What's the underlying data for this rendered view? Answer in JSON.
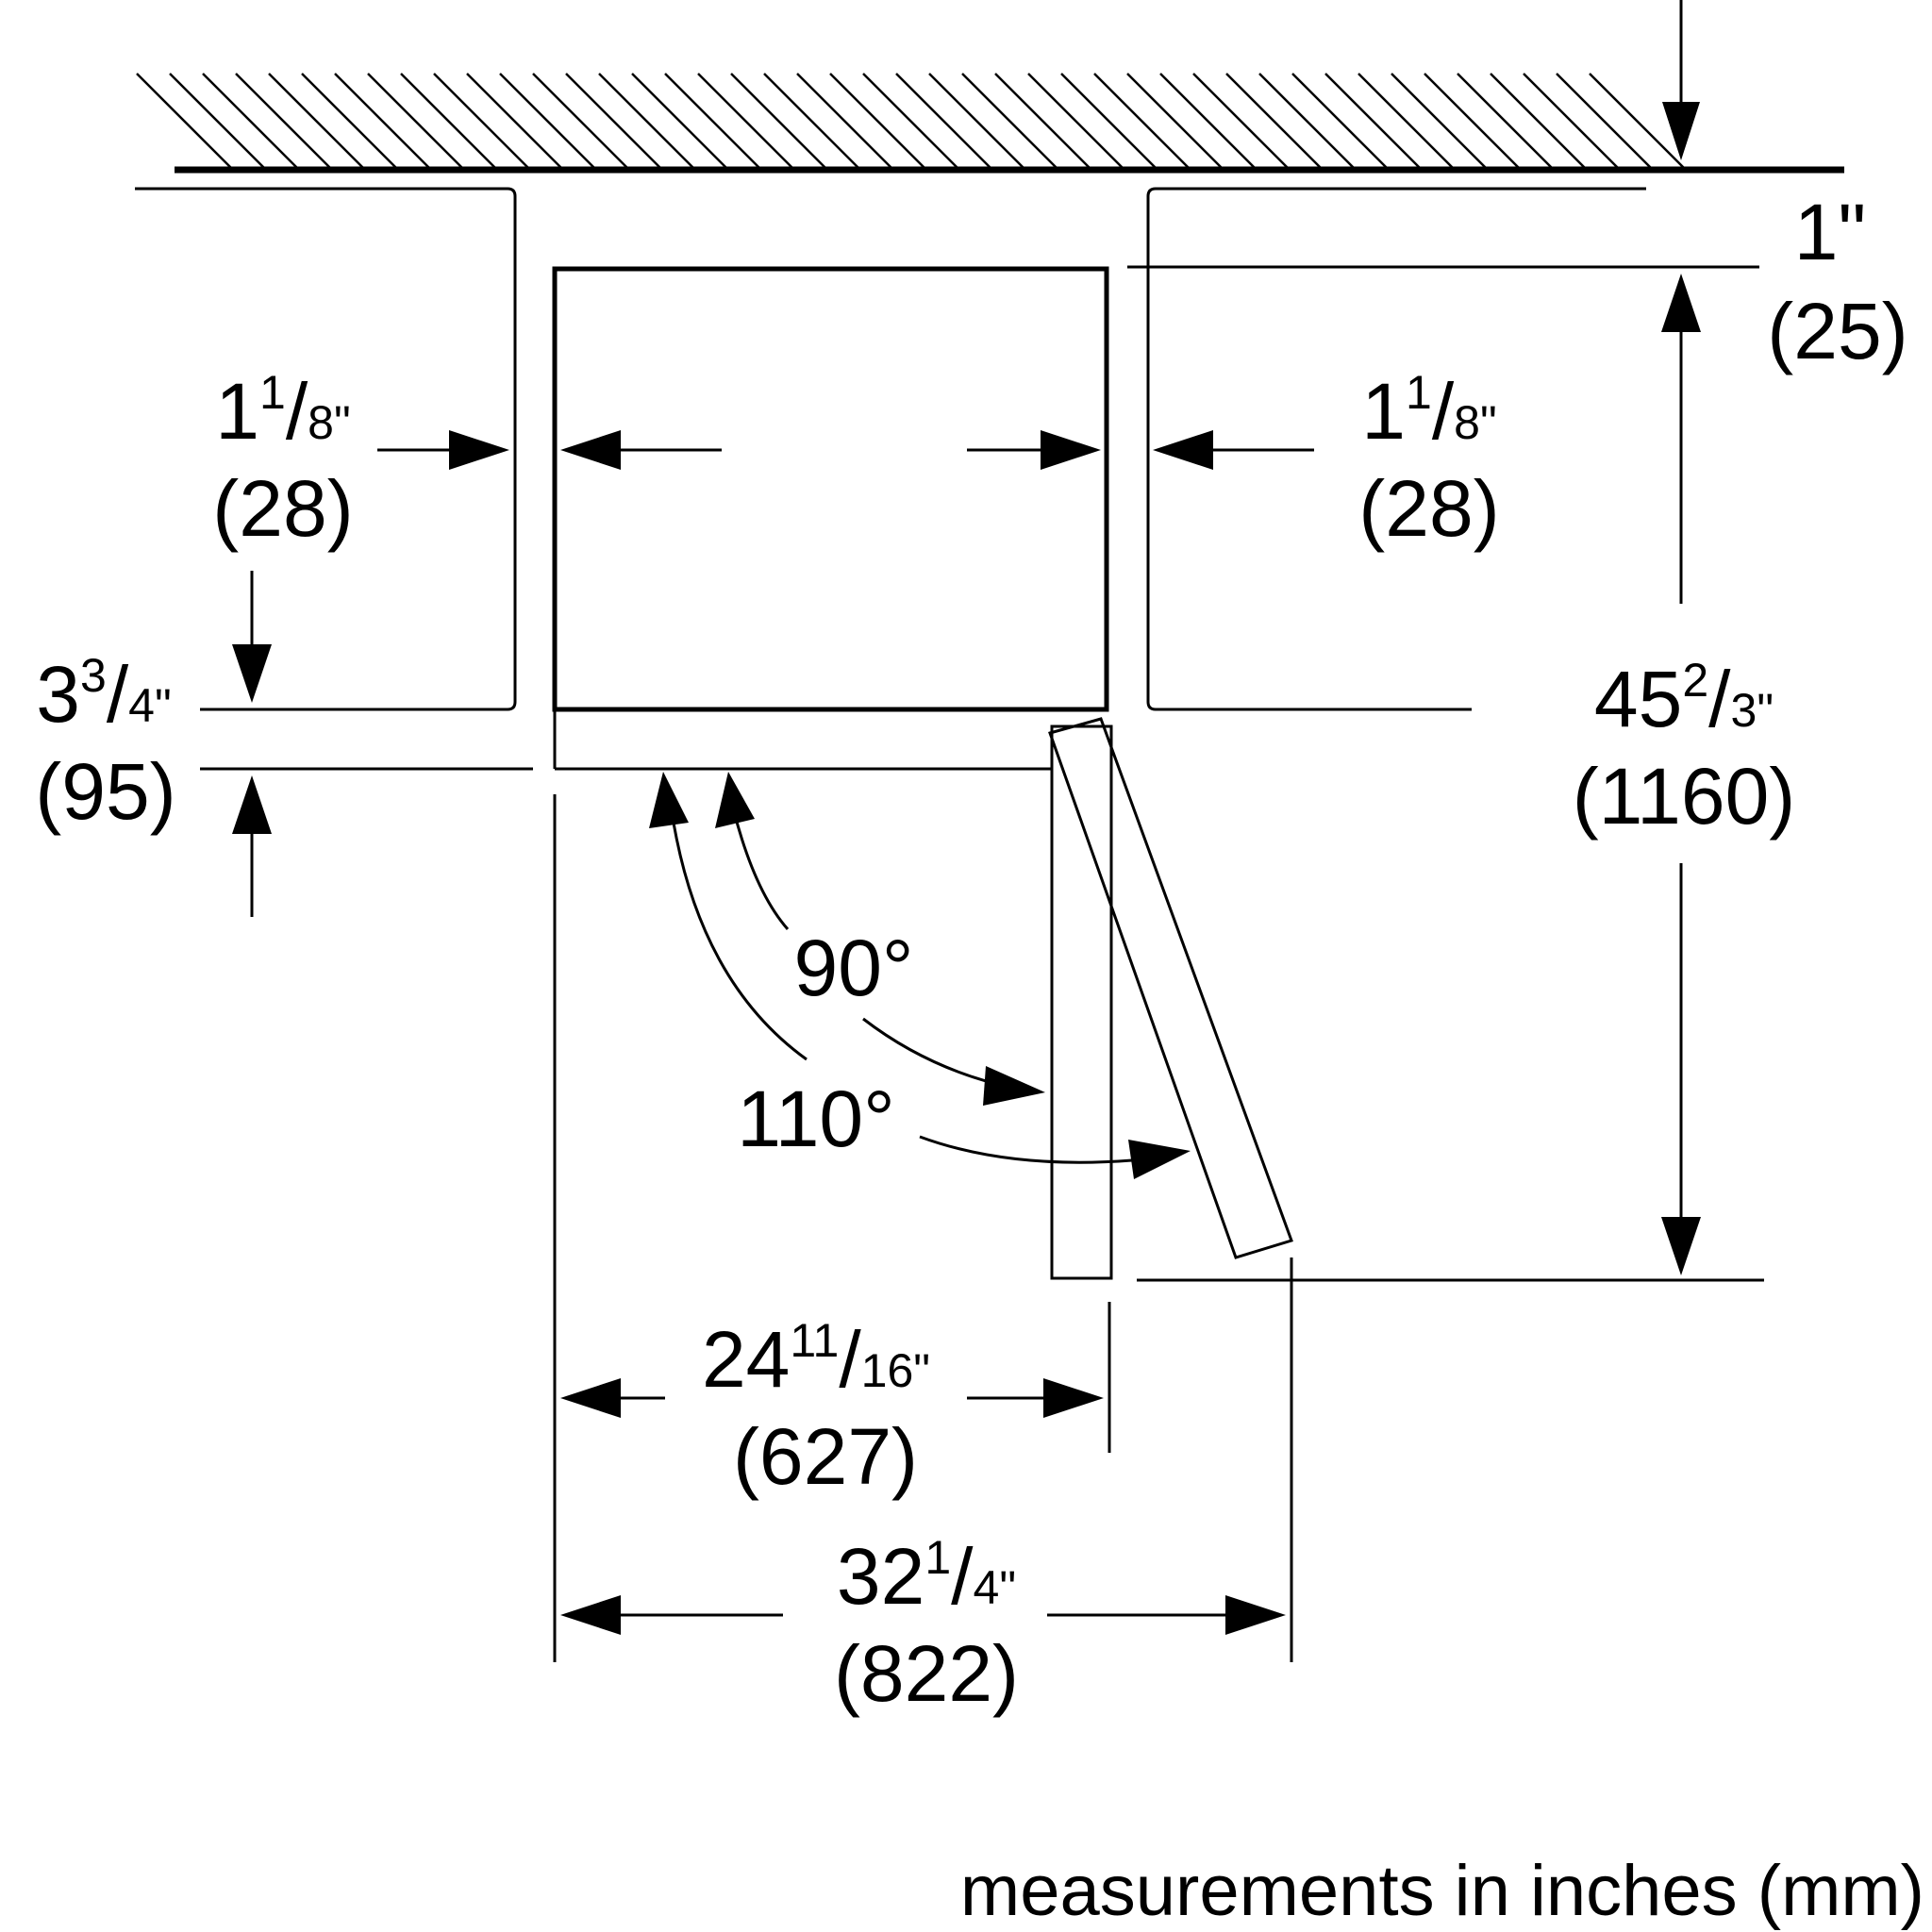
{
  "dimensions": {
    "left_gap": {
      "whole": "1",
      "num": "1",
      "den": "8\"",
      "mm": "(28)"
    },
    "right_gap": {
      "whole": "1",
      "num": "1",
      "den": "8\"",
      "mm": "(28)"
    },
    "top_gap": {
      "in": "1\"",
      "mm": "(25)"
    },
    "depth_gap": {
      "whole": "3",
      "num": "3",
      "den": "4\"",
      "mm": "(95)"
    },
    "height": {
      "whole": "45",
      "num": "2",
      "den": "3\"",
      "mm": "(1160)"
    },
    "width_90": {
      "whole": "24",
      "num": "11",
      "den": "16\"",
      "mm": "(627)"
    },
    "width_110": {
      "whole": "32",
      "num": "1",
      "den": "4\"",
      "mm": "(822)"
    }
  },
  "angles": {
    "a90": "90°",
    "a110": "110°"
  },
  "caption": "measurements in inches (mm)"
}
